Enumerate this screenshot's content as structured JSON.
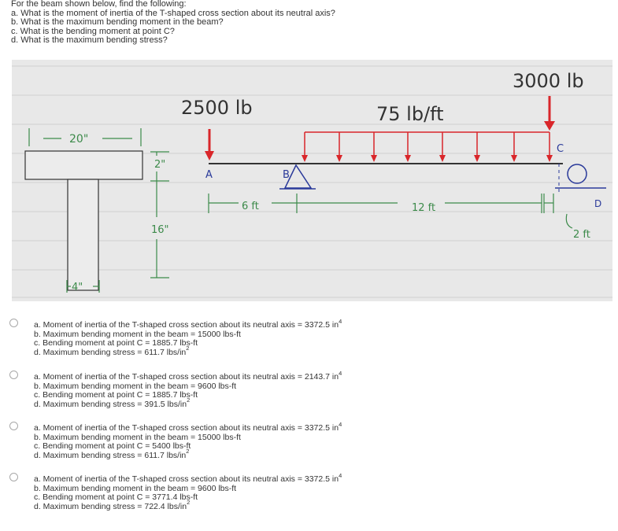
{
  "question": {
    "intro": "For the beam shown below, find the following:",
    "parts": [
      "a. What is the moment of inertia of the T-shaped cross section about its neutral axis?",
      "b. What is the maximum bending moment in the beam?",
      "c. What is the bending moment at point C?",
      "d. What is the maximum bending stress?"
    ]
  },
  "figure": {
    "load_left": "2500 lb",
    "load_distributed": "75 lb/ft",
    "load_right": "3000 lb",
    "dim_flange_width": "20\"",
    "dim_flange_thick": "2\"",
    "dim_web_height": "16\"",
    "dim_web_width": "4\"",
    "label_a": "A",
    "label_b": "B",
    "label_c": "C",
    "label_d": "D",
    "span_ab": "6 ft",
    "span_bd": "12 ft",
    "overhang_cd": "2 ft",
    "colors": {
      "load": "#d9262a",
      "dims": "#3c8a4a",
      "beam": "#333333",
      "support": "#2a3a9a",
      "background": "#e8e8e8"
    }
  },
  "options": [
    {
      "a_text": "a. Moment of inertia of the T-shaped cross section about its neutral axis = 3372.5 in",
      "a_exp": "4",
      "b": "b. Maximum bending moment in the beam = 15000 lbs-ft",
      "c": "c. Bending moment at point C = 1885.7 lbs-ft",
      "d_text": "d. Maximum bending stress =  611.7 lbs/in",
      "d_exp": "2"
    },
    {
      "a_text": "a. Moment of inertia of the T-shaped cross section about its neutral axis = 2143.7 in",
      "a_exp": "4",
      "b": "b. Maximum bending moment in the beam = 9600 lbs-ft",
      "c": "c. Bending moment at point C = 1885.7 lbs-ft",
      "d_text": "d. Maximum bending stress =  391.5 lbs/in",
      "d_exp": "2"
    },
    {
      "a_text": "a. Moment of inertia of the T-shaped cross section about its neutral axis = 3372.5 in",
      "a_exp": "4",
      "b": "b. Maximum bending moment in the beam = 15000 lbs-ft",
      "c": "c. Bending moment at point C = 5400 lbs-ft",
      "d_text": "d. Maximum bending stress =  611.7 lbs/in",
      "d_exp": "2"
    },
    {
      "a_text": "a. Moment of inertia of the T-shaped cross section about its neutral axis = 3372.5 in",
      "a_exp": "4",
      "b": "b. Maximum bending moment in the beam = 9600 lbs-ft",
      "c": "c. Bending moment at point C = 3771.4 lbs-ft",
      "d_text": "d. Maximum bending stress =  722.4 lbs/in",
      "d_exp": "2"
    }
  ]
}
